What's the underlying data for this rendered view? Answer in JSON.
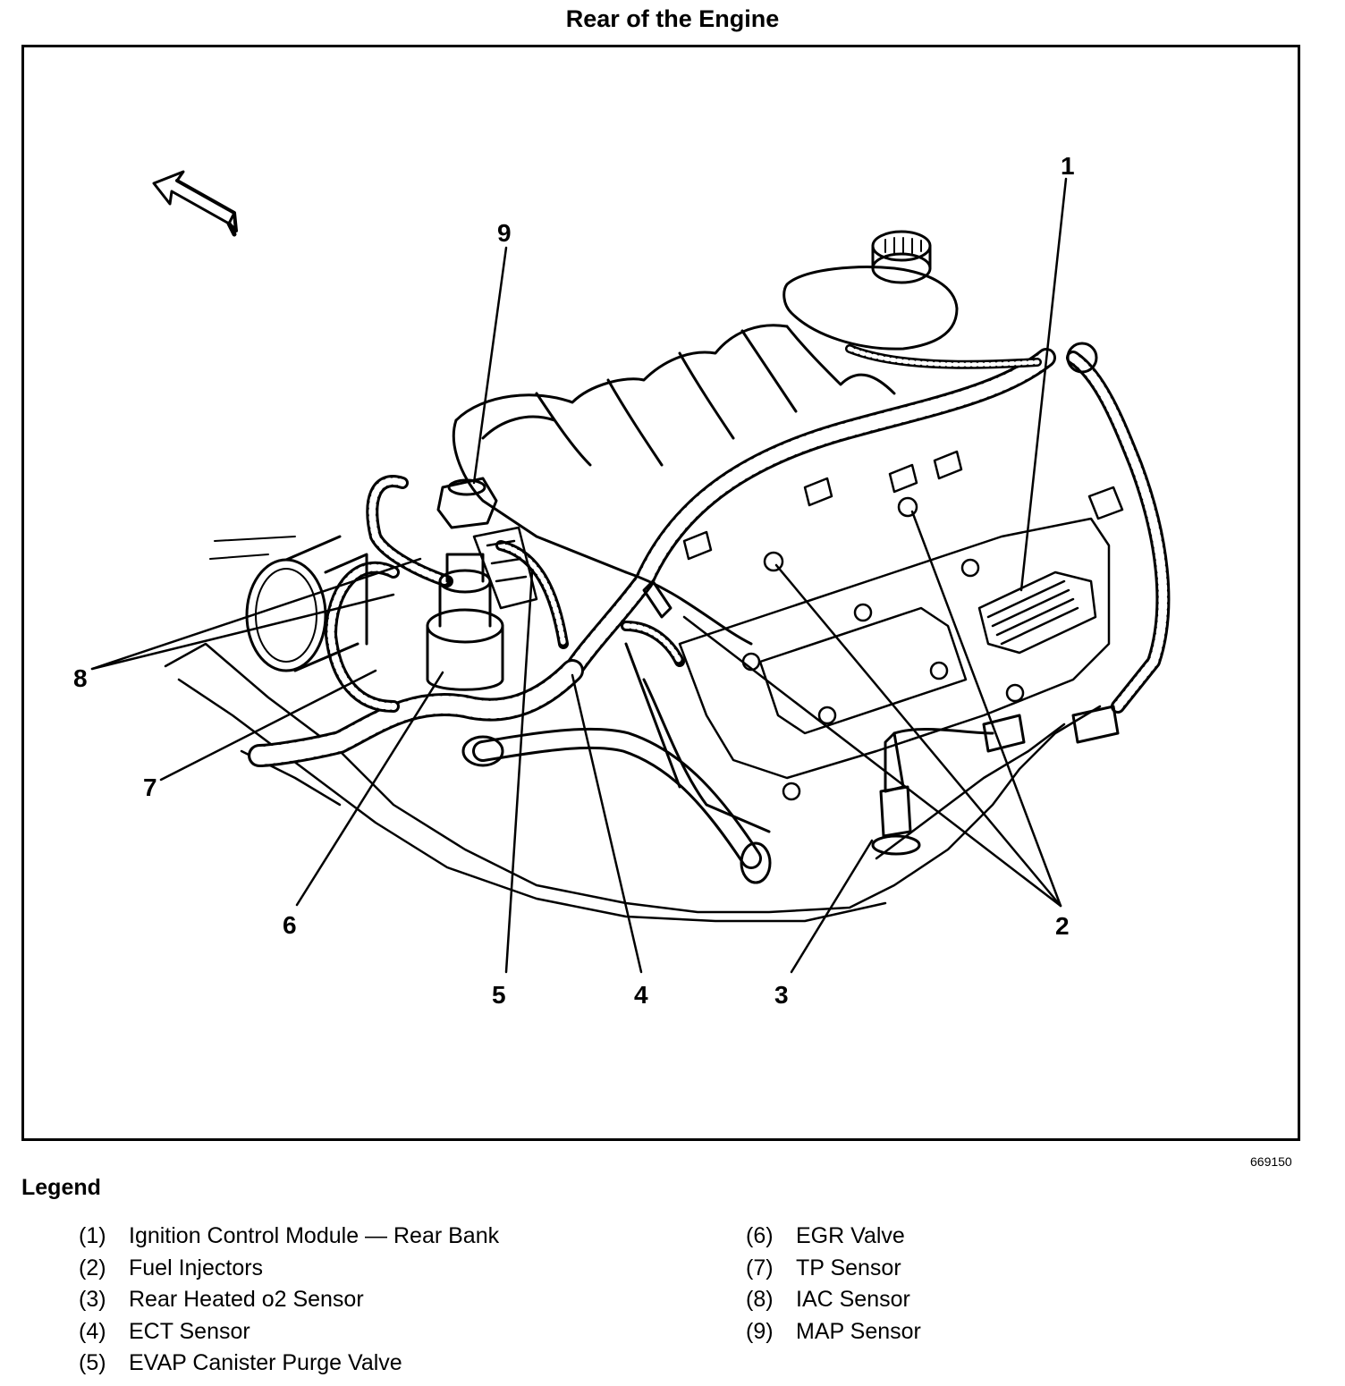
{
  "title": "Rear of the Engine",
  "figure_number": "669150",
  "legend": {
    "heading": "Legend",
    "left": [
      {
        "num": "(1)",
        "label": "Ignition Control Module — Rear Bank"
      },
      {
        "num": "(2)",
        "label": "Fuel Injectors"
      },
      {
        "num": "(3)",
        "label": "Rear Heated o2 Sensor"
      },
      {
        "num": "(4)",
        "label": "ECT Sensor"
      },
      {
        "num": "(5)",
        "label": "EVAP Canister Purge Valve"
      }
    ],
    "right": [
      {
        "num": "(6)",
        "label": "EGR Valve"
      },
      {
        "num": "(7)",
        "label": "TP Sensor"
      },
      {
        "num": "(8)",
        "label": "IAC Sensor"
      },
      {
        "num": "(9)",
        "label": "MAP Sensor"
      }
    ]
  },
  "callouts": [
    "1",
    "2",
    "3",
    "4",
    "5",
    "6",
    "7",
    "8",
    "9"
  ]
}
